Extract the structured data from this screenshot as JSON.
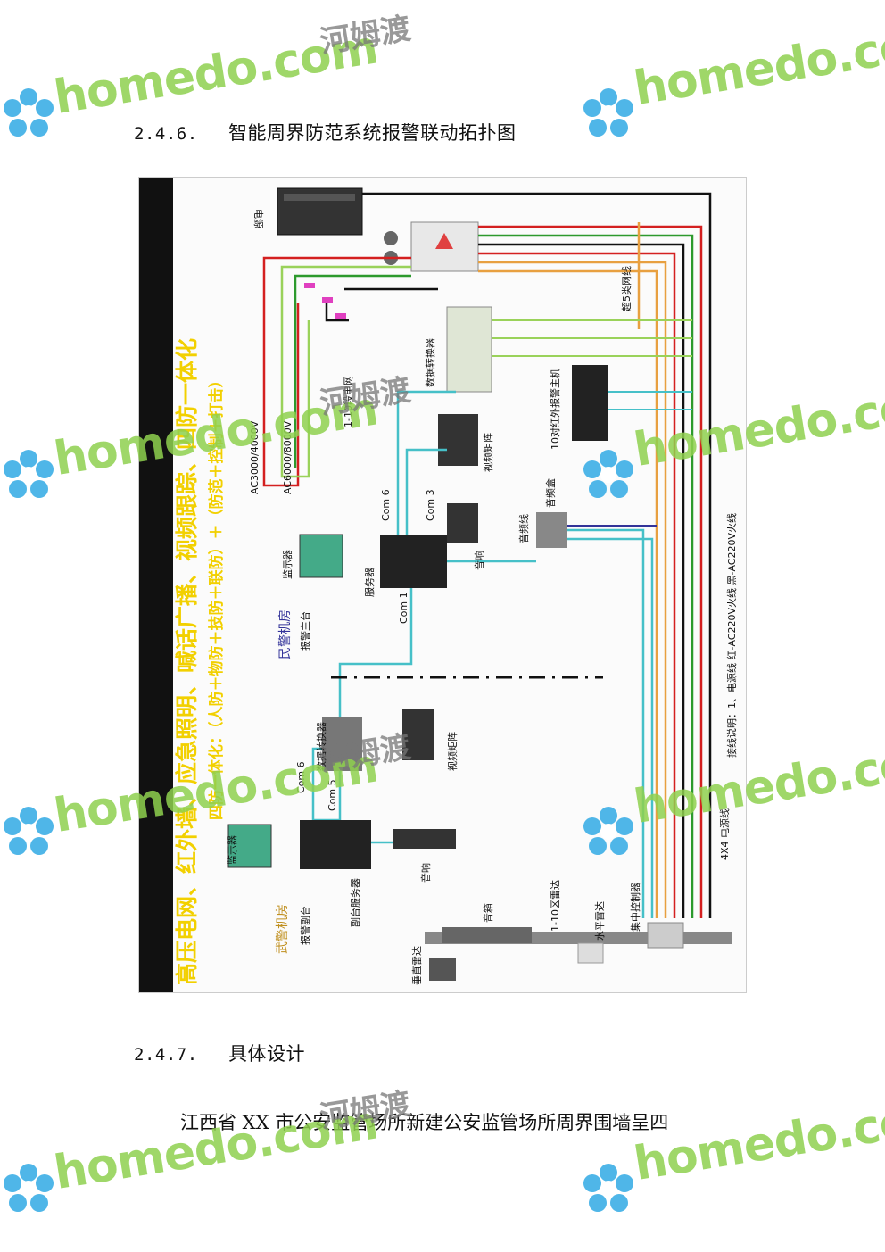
{
  "sections": [
    {
      "number": "2.4.6.",
      "title": "智能周界防范系统报警联动拓扑图"
    },
    {
      "number": "2.4.7.",
      "title": "具体设计"
    }
  ],
  "paragraph": "江西省 XX 市公安监管场所新建公安监管场所周界围墙呈四",
  "figure": {
    "banner_main": "高压电网、红外墙、应急照明、喊话广播、视频跟踪、四防一体化",
    "banner_sub": "四防一体化：（人防＋物防＋技防＋联防）＋（防范＋控制＋打击）",
    "labels": {
      "power": "电源",
      "hv_ac3000": "AC3000/4000V",
      "hv_ac6000": "AC6000/8000V",
      "electric_fence": "1-10段电网",
      "data_converter_top": "数据转换器",
      "cat5": "超5类网线",
      "ir_host": "10对红外报警主机",
      "video_matrix_top": "视频矩阵",
      "com6_top": "Com 6",
      "com3": "Com 3",
      "com1": "Com 1",
      "monitor_top": "监示器",
      "server": "服务器",
      "speaker_top": "音响",
      "audio_box": "音频盒",
      "audio_line": "音频线",
      "police_room": "民警机房",
      "alarm_main": "报警主台",
      "wiring_note": "接线说明：1、电源线  红-AC220V火线 黑-AC220V火线",
      "data_converter_bottom": "数据转换器",
      "video_matrix_bottom": "视频矩阵",
      "com6_bottom": "Com 6",
      "com5": "Com 5",
      "monitor_bottom": "监示器",
      "sub_server": "副台服务器",
      "speaker_bottom": "音响",
      "armed_room": "武警机房",
      "alarm_sub": "报警副台",
      "power_cable": "4X4 电源线",
      "horn": "音箱",
      "zone_radar": "1-10区雷达",
      "horizontal_radar": "水平雷达",
      "central_controller": "集中控制器",
      "vertical_radar": "垂直雷达"
    },
    "colors": {
      "red": "#d42020",
      "green": "#2d9a2d",
      "lightgreen": "#9ad25a",
      "orange": "#e8a040",
      "cyan": "#46c0c8",
      "black": "#111111",
      "yellow": "#f2d000",
      "magenta": "#e040c0"
    }
  },
  "watermarks": [
    {
      "text": "homedo.com",
      "cn": "河姆渡"
    },
    {
      "text": "homedo.com"
    },
    {
      "text": "homedo.com",
      "cn": "河姆渡"
    },
    {
      "text": "homedo.com"
    },
    {
      "text": "homedo.com",
      "cn": "河姆渡"
    },
    {
      "text": "homedo.com"
    },
    {
      "text": "homedo.com",
      "cn": "河姆渡"
    },
    {
      "text": "homedo.com"
    }
  ]
}
